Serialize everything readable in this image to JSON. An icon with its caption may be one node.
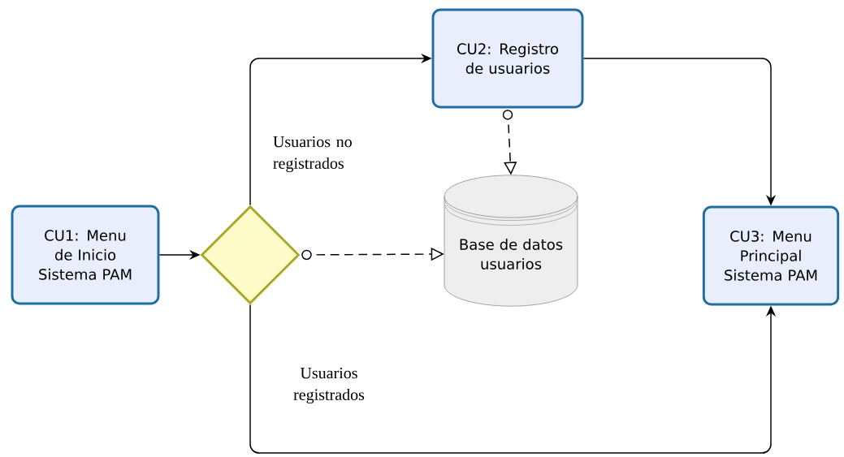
{
  "diagram": {
    "nodes": [
      {
        "text": [
          "CU1: Menu de Inicio Sistema PAM"
        ]
      },
      {
        "text": [],
        "shape": "diamond"
      },
      {
        "text": [
          "CU2:  Registro de usuarios"
        ]
      },
      {
        "text": [
          "Base de datos usuarios"
        ]
      },
      {
        "text": [
          "CU3: Menu Principal Sistema PAM"
        ]
      }
    ],
    "edges": [
      {
        "from": 0,
        "to": 1,
        "arrow": "to"
      },
      {
        "from": 1,
        "to": 2,
        "arrow": "to",
        "label": "Usuarios no registrados"
      },
      {
        "from": 2,
        "to": 4,
        "arrow": "to"
      },
      {
        "from": 1,
        "to": 3,
        "arrow": "to",
        "style": "dashed"
      },
      {
        "from": 2,
        "to": 3,
        "arrow": "to",
        "style": "dashed"
      },
      {
        "from": 1,
        "to": 4,
        "arrow": "to",
        "label": "Usuarios registrados"
      }
    ]
  }
}
